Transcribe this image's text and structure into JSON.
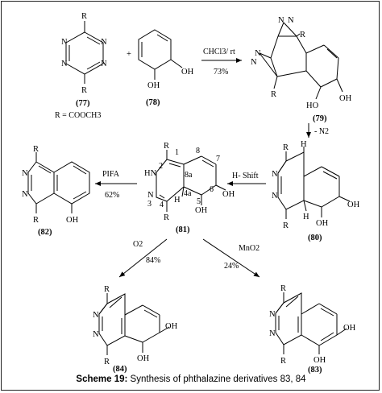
{
  "compounds": {
    "c77": {
      "label": "(77)",
      "r_top": "R",
      "r_bottom": "R",
      "n": "N",
      "note": "R = COOCH3"
    },
    "c78": {
      "label": "(78)",
      "oh1": "OH",
      "oh2": "OH"
    },
    "c79": {
      "label": "(79)",
      "r1": "R",
      "r2": "R",
      "n": "N",
      "oh1": "HO",
      "oh2": "OH"
    },
    "c80": {
      "label": "(80)",
      "r1": "R",
      "r2": "R",
      "n": "N",
      "h1": "H",
      "oh1": "OH",
      "oh2": "OH"
    },
    "c81": {
      "label": "(81)",
      "r1": "R",
      "r2": "R",
      "hn": "HN",
      "n": "N",
      "h": "H",
      "oh1": "OH",
      "oh2": "OH",
      "locants": [
        "1",
        "2",
        "3",
        "4",
        "4a",
        "5",
        "6",
        "7",
        "8",
        "8a"
      ]
    },
    "c82": {
      "label": "(82)",
      "r1": "R",
      "r2": "R",
      "n": "N",
      "oh": "OH"
    },
    "c83": {
      "label": "(83)",
      "r1": "R",
      "r2": "R",
      "n": "N",
      "oh1": "OH",
      "oh2": "OH"
    },
    "c84": {
      "label": "(84)",
      "r1": "R",
      "r2": "R",
      "n": "N",
      "oh1": "OH",
      "oh2": "OH"
    }
  },
  "reactions": {
    "plus": "+",
    "r1": {
      "reagent": "CHCl3/ rt",
      "yield": "73%"
    },
    "r2": {
      "reagent": "- N2"
    },
    "r3": {
      "reagent": "H- Shift"
    },
    "r4": {
      "reagent": "PIFA",
      "yield": "62%"
    },
    "r5": {
      "reagent": "O2",
      "yield": "84%"
    },
    "r6": {
      "reagent": "MnO2",
      "yield": "24%"
    }
  },
  "caption": {
    "prefix": "Scheme 19:",
    "text": " Synthesis of phthalazine derivatives 83, 84"
  }
}
